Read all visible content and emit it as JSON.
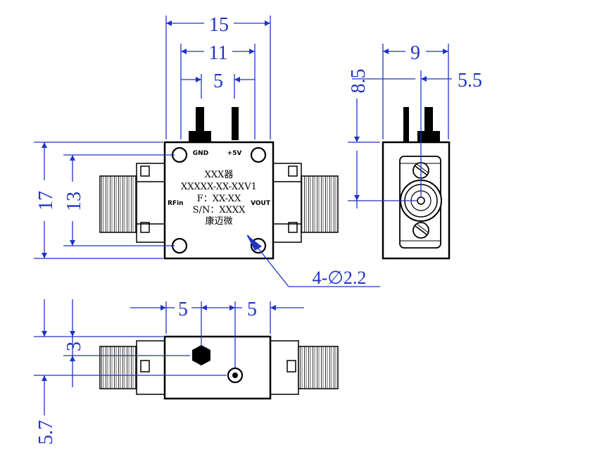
{
  "dimensions": {
    "d15": "15",
    "d11": "11",
    "d5_top": "5",
    "d17": "17",
    "d13": "13",
    "d9": "9",
    "d8_5": "8.5",
    "d5_5": "5.5",
    "hole_callout": "4-∅2.2",
    "d5_left": "5",
    "d5_right": "5",
    "d3": "3",
    "d5_7": "5.7"
  },
  "labels": {
    "line1": "XXX器",
    "line2": "XXXXX-XX-XXV1",
    "line3": "F：XX-XX",
    "line4": "S/N：XXXX",
    "line5": "康迈微",
    "pin_gnd": "GND",
    "pin_5v": "+5V",
    "pin_rfin": "RFin",
    "pin_vout": "VOUT"
  },
  "colors": {
    "dimension": "#1f33c8",
    "outline": "#000000"
  }
}
